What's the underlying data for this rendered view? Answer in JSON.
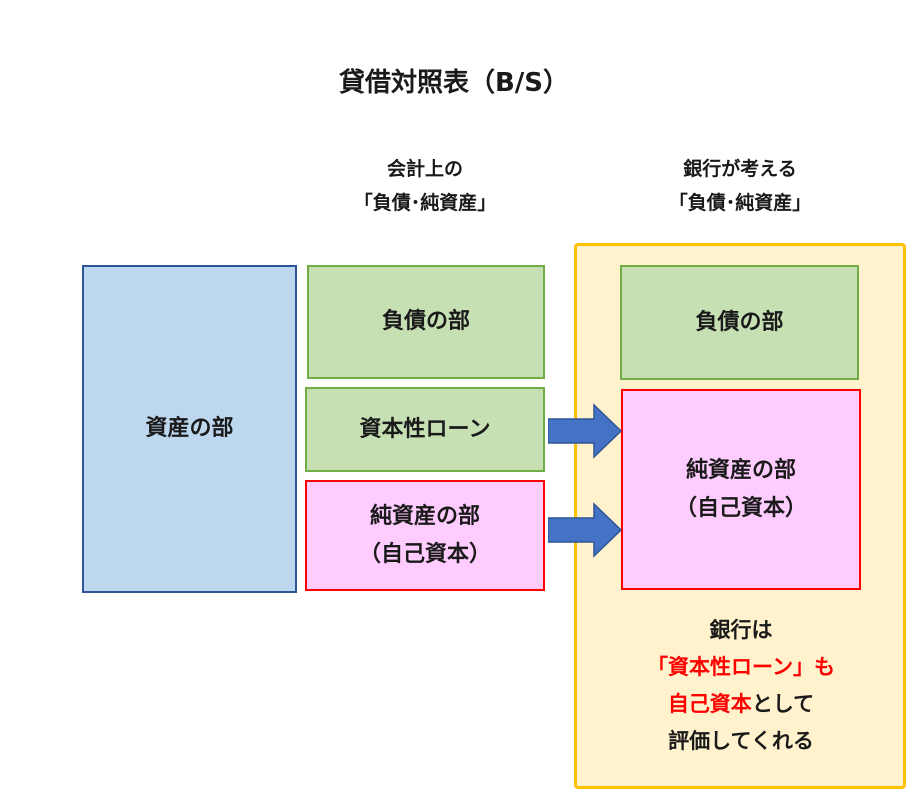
{
  "title": "貸借対照表（B/S）",
  "headers": {
    "accounting": {
      "line1": "会計上の",
      "line2": "「負債･純資産」"
    },
    "bank": {
      "line1": "銀行が考える",
      "line2": "「負債･純資産」"
    }
  },
  "left": {
    "assets": "資産の部",
    "liabilities": "負債の部",
    "capital_loan": "資本性ローン",
    "net_assets": {
      "line1": "純資産の部",
      "line2": "（自己資本）"
    }
  },
  "right": {
    "liabilities": "負債の部",
    "net_assets": {
      "line1": "純資産の部",
      "line2": "（自己資本）"
    }
  },
  "note": {
    "line1": "銀行は",
    "line2": "「資本性ローン」も",
    "line3_red": "自己資本",
    "line3_rest": "として",
    "line4": "評価してくれる"
  },
  "colors": {
    "green_fill": "#c6e0b4",
    "green_border": "#70ad47",
    "pink_fill": "#ffccff",
    "pink_border": "#ff0000",
    "blue_fill": "#bdd7ee",
    "blue_border": "#2f5597",
    "panel_fill": "#fff2cc",
    "panel_border": "#ffc000",
    "arrow": "#4472c4"
  }
}
